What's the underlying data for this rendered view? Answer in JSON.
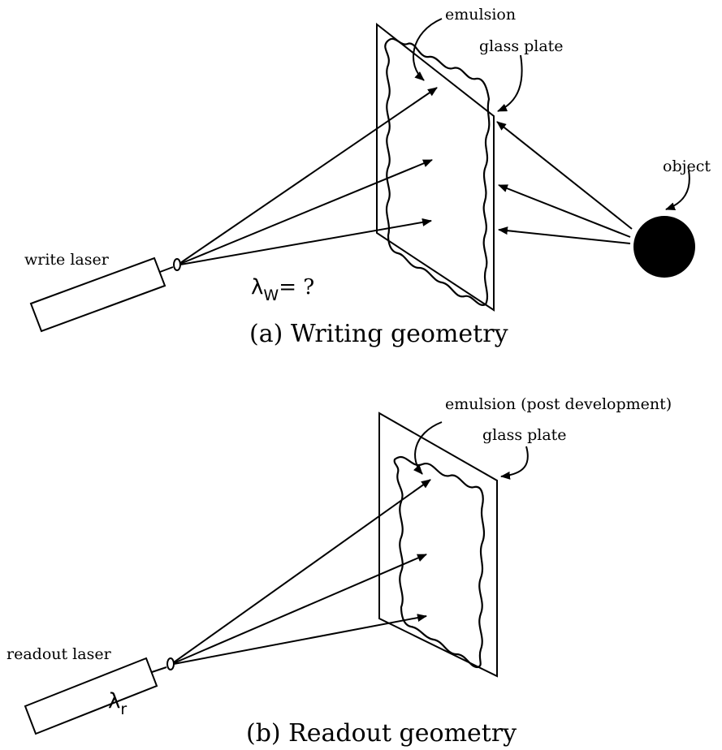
{
  "panel_a": {
    "emulsion_label": "emulsion",
    "glass_plate_label": "glass plate",
    "object_label": "object",
    "laser_label": "write laser",
    "lambda_symbol": "λ",
    "lambda_subscript": "W",
    "lambda_value": "= ?",
    "caption": "(a) Writing geometry"
  },
  "panel_b": {
    "emulsion_label": "emulsion (post development)",
    "glass_plate_label": "glass plate",
    "laser_label": "readout laser",
    "lambda_symbol": "λ",
    "lambda_subscript": "r",
    "caption": "(b) Readout geometry"
  }
}
